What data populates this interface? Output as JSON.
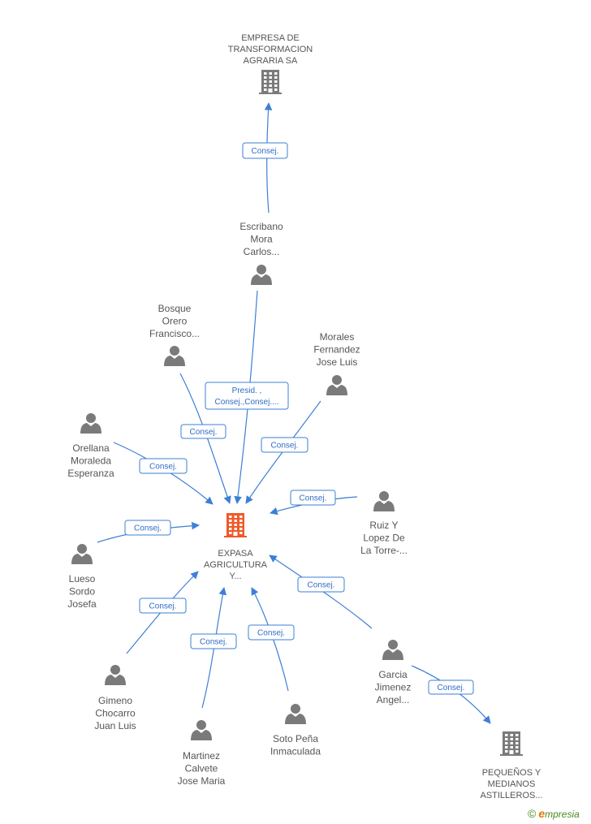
{
  "colors": {
    "edge": "#3d7fd6",
    "edge_text": "#2f6cc4",
    "person_icon": "#7a7a7a",
    "company_icon": "#7a7a7a",
    "focus_company_icon": "#f05a28"
  },
  "nodes": [
    {
      "id": "etasa",
      "kind": "company",
      "label": [
        "EMPRESA DE",
        "TRANSFORMACION",
        "AGRARIA SA"
      ]
    },
    {
      "id": "expasa",
      "kind": "company-focus",
      "label": [
        "EXPASA",
        "AGRICULTURA",
        "Y..."
      ]
    },
    {
      "id": "pymas",
      "kind": "company",
      "label": [
        "PEQUEÑOS Y",
        "MEDIANOS",
        "ASTILLEROS..."
      ]
    },
    {
      "id": "escribano",
      "kind": "person",
      "label": [
        "Escribano",
        "Mora",
        "Carlos..."
      ]
    },
    {
      "id": "bosque",
      "kind": "person",
      "label": [
        "Bosque",
        "Orero",
        "Francisco..."
      ]
    },
    {
      "id": "morales",
      "kind": "person",
      "label": [
        "Morales",
        "Fernandez",
        "Jose Luis"
      ]
    },
    {
      "id": "orellana",
      "kind": "person",
      "label": [
        "Orellana",
        "Moraleda",
        "Esperanza"
      ]
    },
    {
      "id": "ruiz",
      "kind": "person",
      "label": [
        "Ruiz Y",
        "Lopez De",
        "La Torre-..."
      ]
    },
    {
      "id": "lueso",
      "kind": "person",
      "label": [
        "Lueso",
        "Sordo",
        "Josefa"
      ]
    },
    {
      "id": "garcia",
      "kind": "person",
      "label": [
        "Garcia",
        "Jimenez",
        "Angel..."
      ]
    },
    {
      "id": "gimeno",
      "kind": "person",
      "label": [
        "Gimeno",
        "Chocarro",
        "Juan Luis"
      ]
    },
    {
      "id": "soto",
      "kind": "person",
      "label": [
        "Soto Peña",
        "Inmaculada"
      ]
    },
    {
      "id": "martinez",
      "kind": "person",
      "label": [
        "Martinez",
        "Calvete",
        "Jose Maria"
      ]
    }
  ],
  "edges": [
    {
      "from": "escribano",
      "to": "etasa",
      "label": [
        "Consej."
      ]
    },
    {
      "from": "escribano",
      "to": "expasa",
      "label": [
        "Presid. ,",
        "Consej.,Consej...."
      ]
    },
    {
      "from": "bosque",
      "to": "expasa",
      "label": [
        "Consej."
      ]
    },
    {
      "from": "morales",
      "to": "expasa",
      "label": [
        "Consej."
      ]
    },
    {
      "from": "orellana",
      "to": "expasa",
      "label": [
        "Consej."
      ]
    },
    {
      "from": "ruiz",
      "to": "expasa",
      "label": [
        "Consej."
      ]
    },
    {
      "from": "lueso",
      "to": "expasa",
      "label": [
        "Consej."
      ]
    },
    {
      "from": "garcia",
      "to": "expasa",
      "label": [
        "Consej."
      ]
    },
    {
      "from": "gimeno",
      "to": "expasa",
      "label": [
        "Consej."
      ]
    },
    {
      "from": "martinez",
      "to": "expasa",
      "label": [
        "Consej."
      ]
    },
    {
      "from": "soto",
      "to": "expasa",
      "label": [
        "Consej."
      ]
    },
    {
      "from": "garcia",
      "to": "pymas",
      "label": [
        "Consej."
      ]
    }
  ],
  "footer": {
    "copyright": "©",
    "brand_initial": "e",
    "brand_rest": "mpresia"
  }
}
